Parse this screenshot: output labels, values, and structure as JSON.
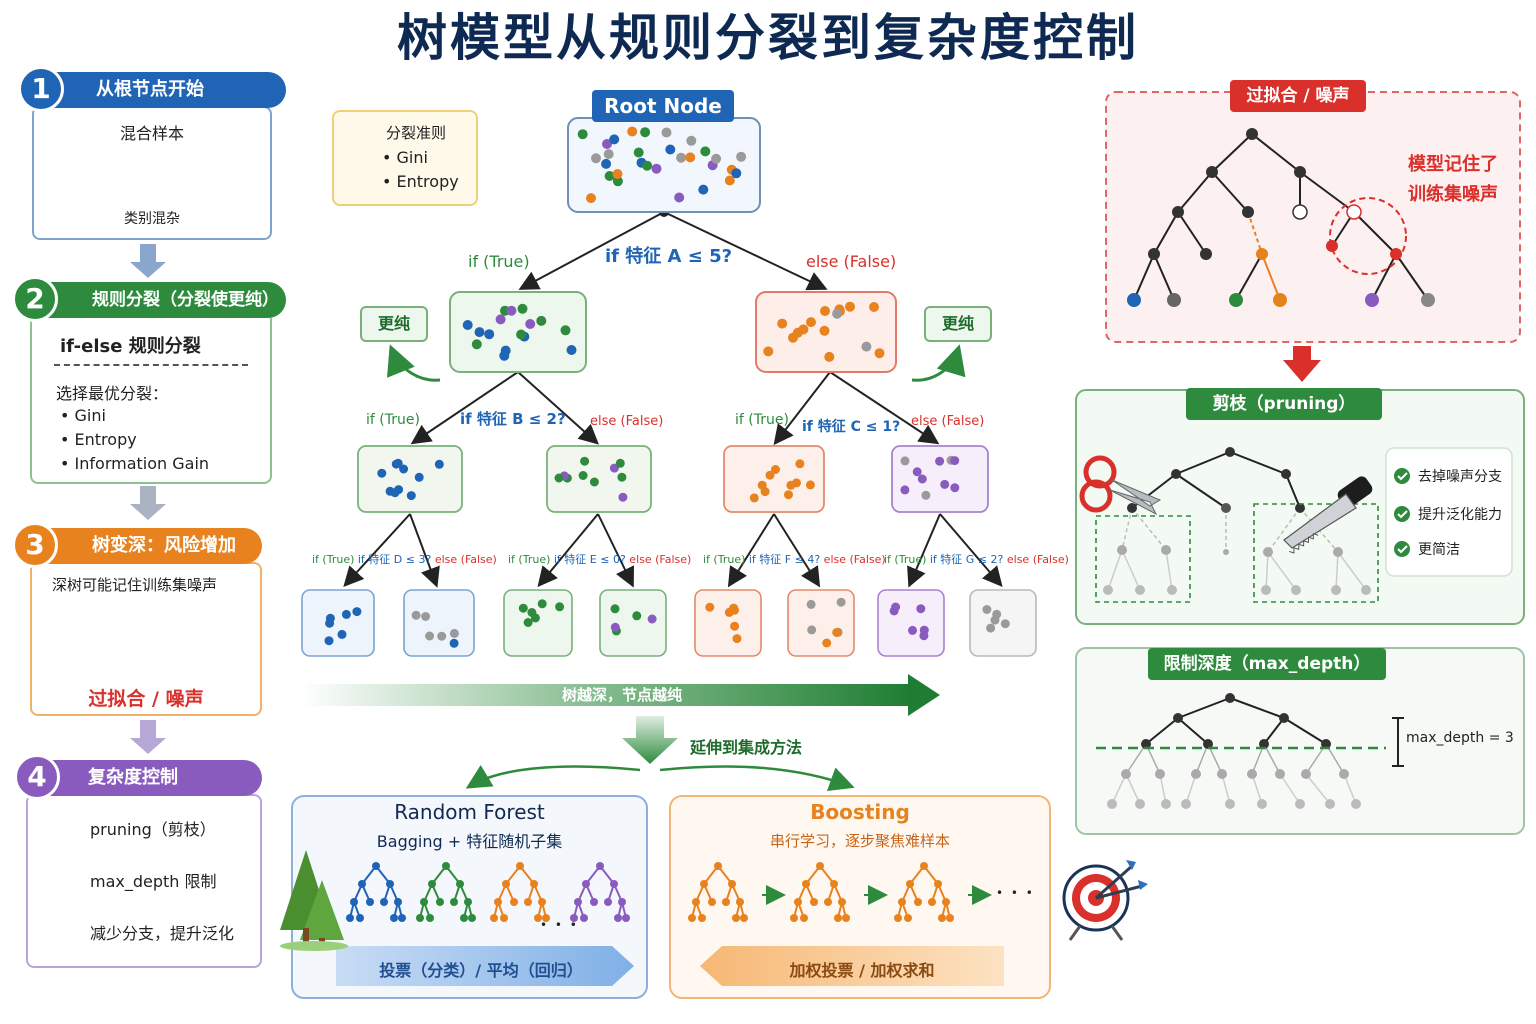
{
  "title": "树模型从规则分裂到复杂度控制",
  "colors": {
    "blue": "#1f64b5",
    "green": "#2e8b3e",
    "orange": "#e8821e",
    "purple": "#8a5bbf",
    "red": "#d9302b",
    "gray": "#9a9a9a",
    "navy": "#0f2a52"
  },
  "steps": [
    {
      "num": "1",
      "title": "从根节点开始",
      "line1": "混合样本",
      "caption": "类别混杂"
    },
    {
      "num": "2",
      "title": "规则分裂（分裂使更纯）",
      "heading": "if-else 规则分裂",
      "sub": "选择最优分裂：",
      "items": [
        "Gini",
        "Entropy",
        "Information Gain"
      ]
    },
    {
      "num": "3",
      "title": "树变深：风险增加",
      "line1": "深树可能记住训练集噪声",
      "caption": "过拟合 / 噪声"
    },
    {
      "num": "4",
      "title": "复杂度控制",
      "items": [
        "pruning（剪枝）",
        "max_depth 限制",
        "减少分支，提升泛化"
      ]
    }
  ],
  "criteria": {
    "title": "分裂准则",
    "items": [
      "• Gini",
      "• Entropy"
    ]
  },
  "tree": {
    "root": "Root Node",
    "split_a": "if 特征 A ≤ 5?",
    "true_a": "if (True)",
    "false_a": "else (False)",
    "split_b": "if 特征 B ≤ 2?",
    "true_b": "if (True)",
    "false_b": "else (False)",
    "split_c": "if 特征 C ≤ 1?",
    "true_c": "if (True)",
    "false_c": "else (False)",
    "purer": "更纯",
    "leaf_splits": [
      {
        "t": "if (True)",
        "cond": "if 特征 D ≤ 3?",
        "f": "else (False)"
      },
      {
        "t": "if (True)",
        "cond": "if 特征 E ≤ 0?",
        "f": "else (False)"
      },
      {
        "t": "if (True)",
        "cond": "if 特征 F ≤ 4?",
        "f": "else (False)"
      },
      {
        "t": "if (True)",
        "cond": "if 特征 G ≤ 2?",
        "f": "else (False)"
      }
    ],
    "deeper_arrow": "树越深，节点越纯",
    "extend": "延伸到集成方法"
  },
  "ensembles": {
    "rf": {
      "title": "Random Forest",
      "sub": "Bagging + 特征随机子集",
      "bar": "投票（分类）/ 平均（回归）",
      "dots": "• • •"
    },
    "boost": {
      "title": "Boosting",
      "sub": "串行学习，逐步聚焦难样本",
      "bar": "加权投票 / 加权求和",
      "dots": "• • •"
    }
  },
  "overfit": {
    "title": "过拟合 / 噪声",
    "note1": "模型记住了",
    "note2": "训练集噪声"
  },
  "pruning": {
    "title": "剪枝（pruning）",
    "benefits": [
      "去掉噪声分支",
      "提升泛化能力",
      "更简洁"
    ]
  },
  "maxdepth": {
    "title": "限制深度（max_depth）",
    "label": "max_depth = 3"
  }
}
